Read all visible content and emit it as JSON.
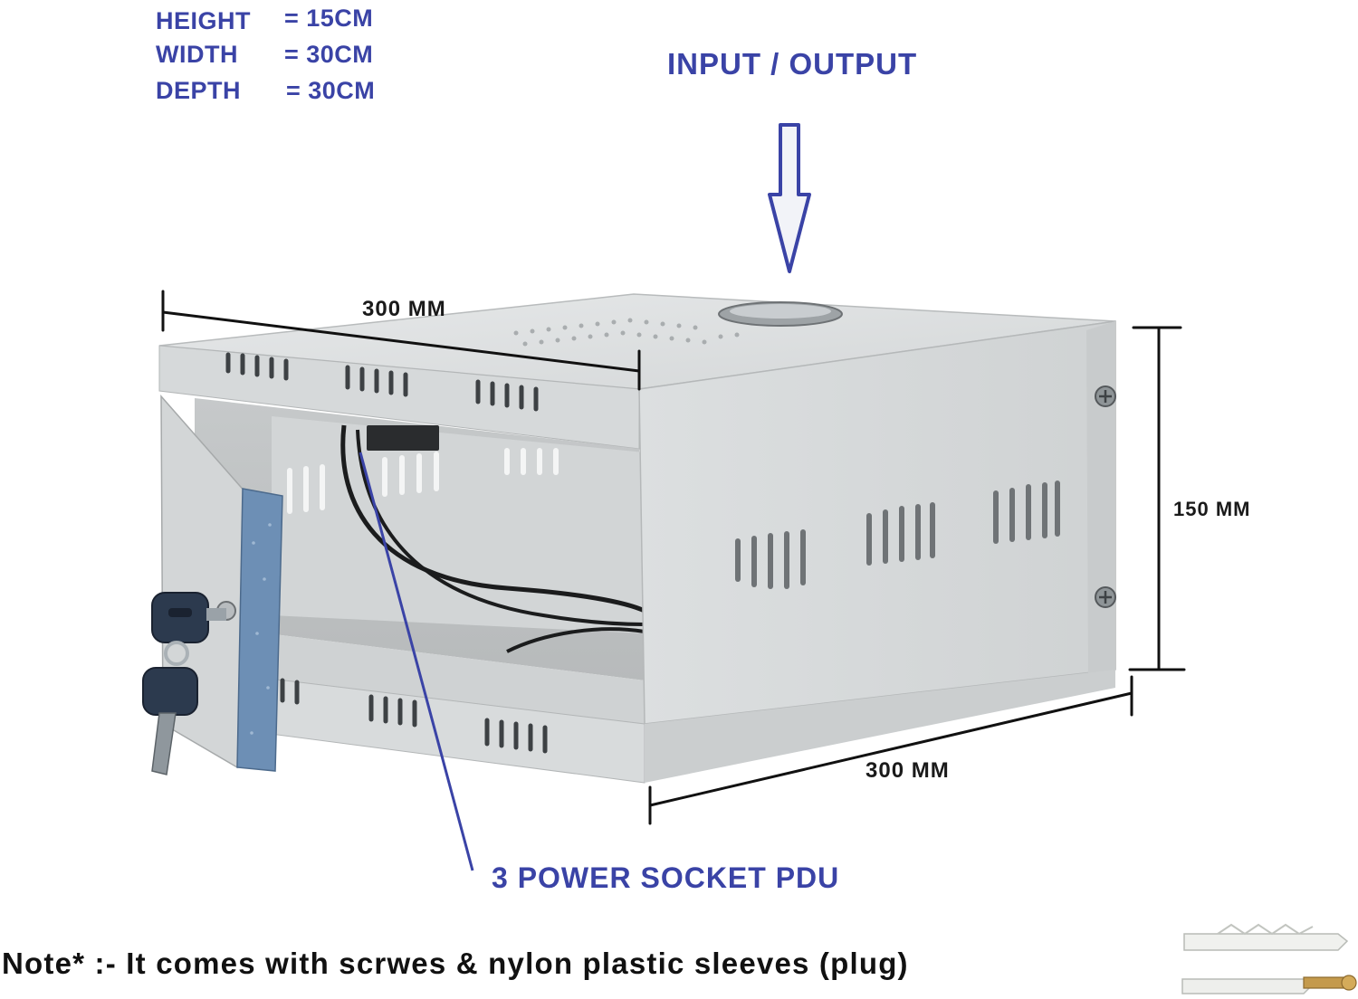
{
  "specs": [
    {
      "label": "HEIGHT",
      "value": "= 15CM"
    },
    {
      "label": "WIDTH",
      "value": "= 30CM"
    },
    {
      "label": "DEPTH",
      "value": "= 30CM"
    }
  ],
  "callouts": {
    "input_output": "INPUT / OUTPUT",
    "pdu": "3 POWER SOCKET PDU"
  },
  "dimensions": {
    "top_width": "300 MM",
    "height": "150 MM",
    "bottom_depth": "300 MM"
  },
  "note": "Note* :- It comes with scrwes & nylon plastic sleeves (plug)",
  "colors": {
    "accent": "#3a43a6",
    "cabinet": "#d9dcdd",
    "door_edge": "#6d8fb5"
  },
  "icons": [
    "down-arrow-icon",
    "key-icon",
    "screw-icon",
    "wall-plug-icon"
  ]
}
